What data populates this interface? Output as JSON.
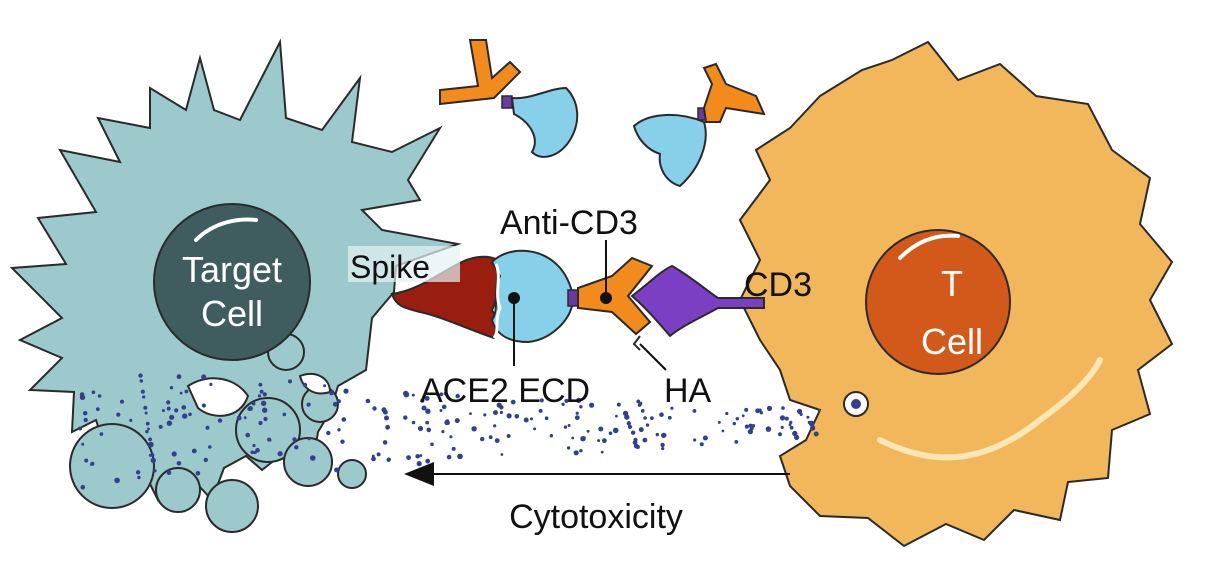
{
  "labels": {
    "target_cell_line1": "Target",
    "target_cell_line2": "Cell",
    "t_cell_line1": "T",
    "t_cell_line2": "Cell",
    "spike": "Spike",
    "anti_cd3": "Anti-CD3",
    "cd3": "CD3",
    "ace2_ecd": "ACE2 ECD",
    "ha": "HA",
    "cytotoxicity": "Cytotoxicity"
  },
  "colors": {
    "target_cell": "#9cc9cc",
    "target_nucleus": "#3f5d5f",
    "t_cell": "#f1b75a",
    "t_nucleus": "#d2591a",
    "spike": "#9a1e10",
    "ace2": "#87d0ea",
    "anti_cd3": "#f28a1c",
    "cd3": "#7b3fc4",
    "granules": "#33408e"
  }
}
